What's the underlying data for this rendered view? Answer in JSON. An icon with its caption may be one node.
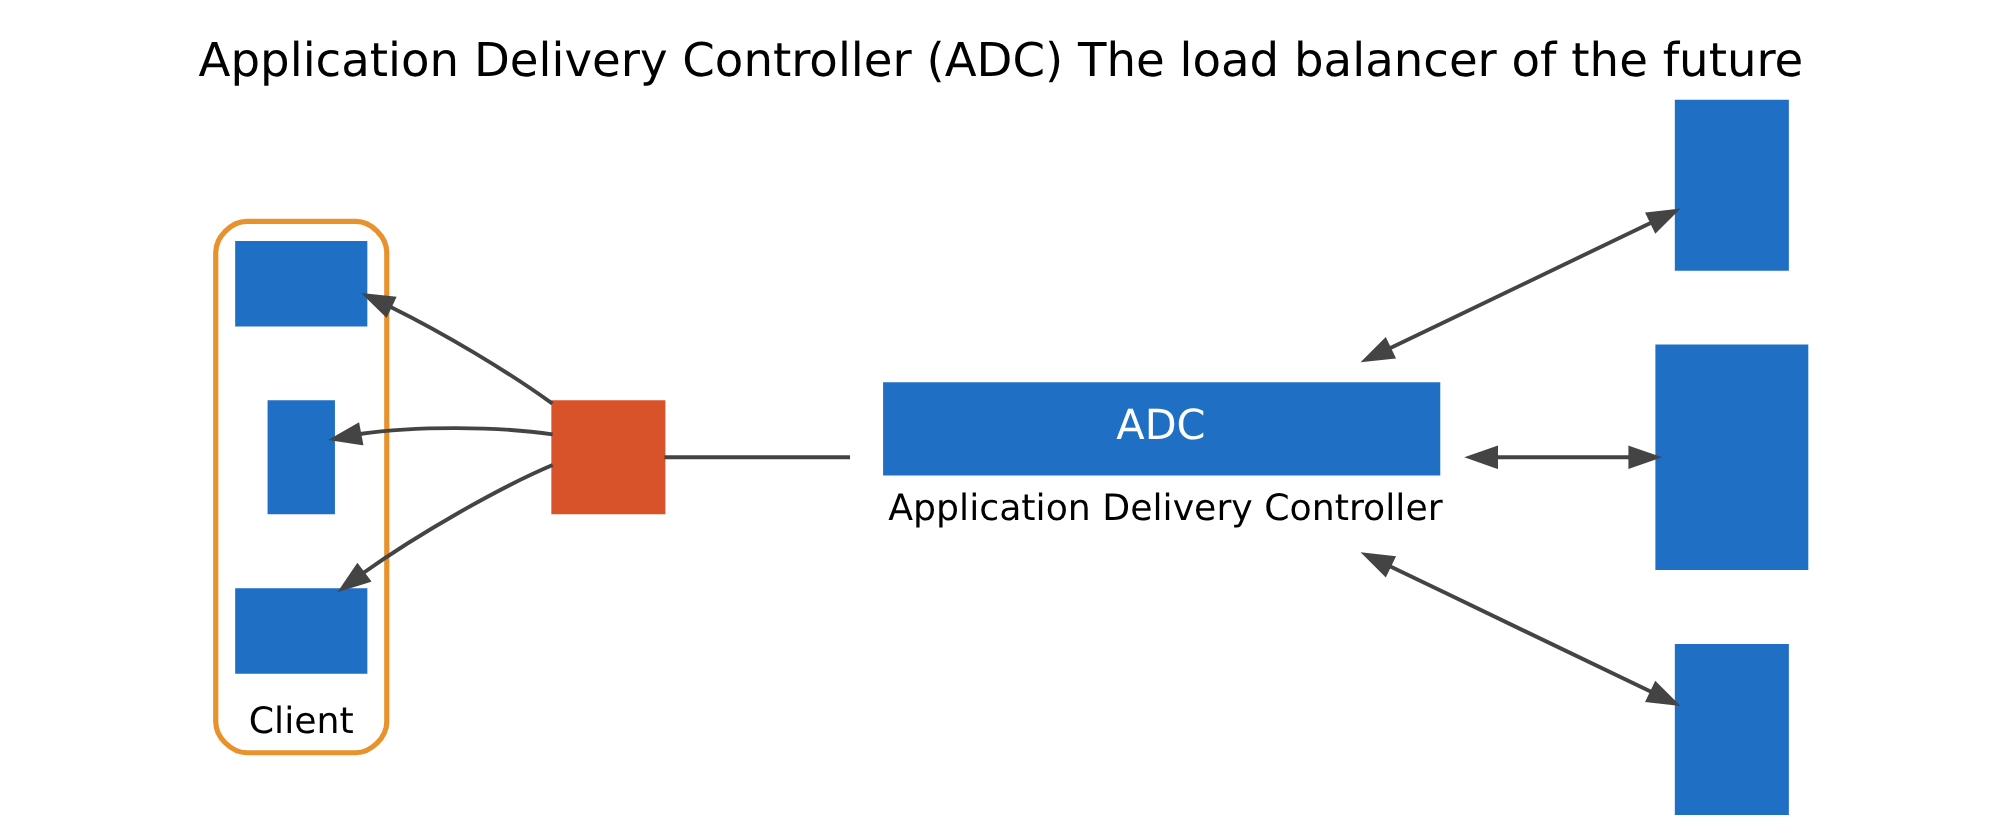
{
  "diagram": {
    "title": "Application Delivery Controller (ADC) The load balancer of the future",
    "nodes": [
      {
        "text": [
          "Client"
        ]
      },
      {
        "text": [],
        "shape": "box",
        "in": 0
      },
      {
        "text": [],
        "shape": "box",
        "in": 0
      },
      {
        "text": [],
        "shape": "box",
        "in": 0
      },
      {
        "text": [],
        "shape": "box"
      },
      {
        "text": [
          "ADC"
        ],
        "beside": [
          "Application Delivery Controller"
        ]
      },
      {
        "text": [],
        "shape": "box"
      },
      {
        "text": [],
        "shape": "box"
      },
      {
        "text": [],
        "shape": "box"
      }
    ],
    "edges": [
      {
        "from": 4,
        "to": 1,
        "arrow": "to"
      },
      {
        "from": 4,
        "to": 2,
        "arrow": "to"
      },
      {
        "from": 4,
        "to": 3,
        "arrow": "to"
      },
      {
        "from": 4,
        "to": 5,
        "arrow": "none"
      },
      {
        "from": 5,
        "to": 6,
        "arrow": "both"
      },
      {
        "from": 5,
        "to": 7,
        "arrow": "both"
      },
      {
        "from": 5,
        "to": 8,
        "arrow": "both"
      }
    ]
  }
}
